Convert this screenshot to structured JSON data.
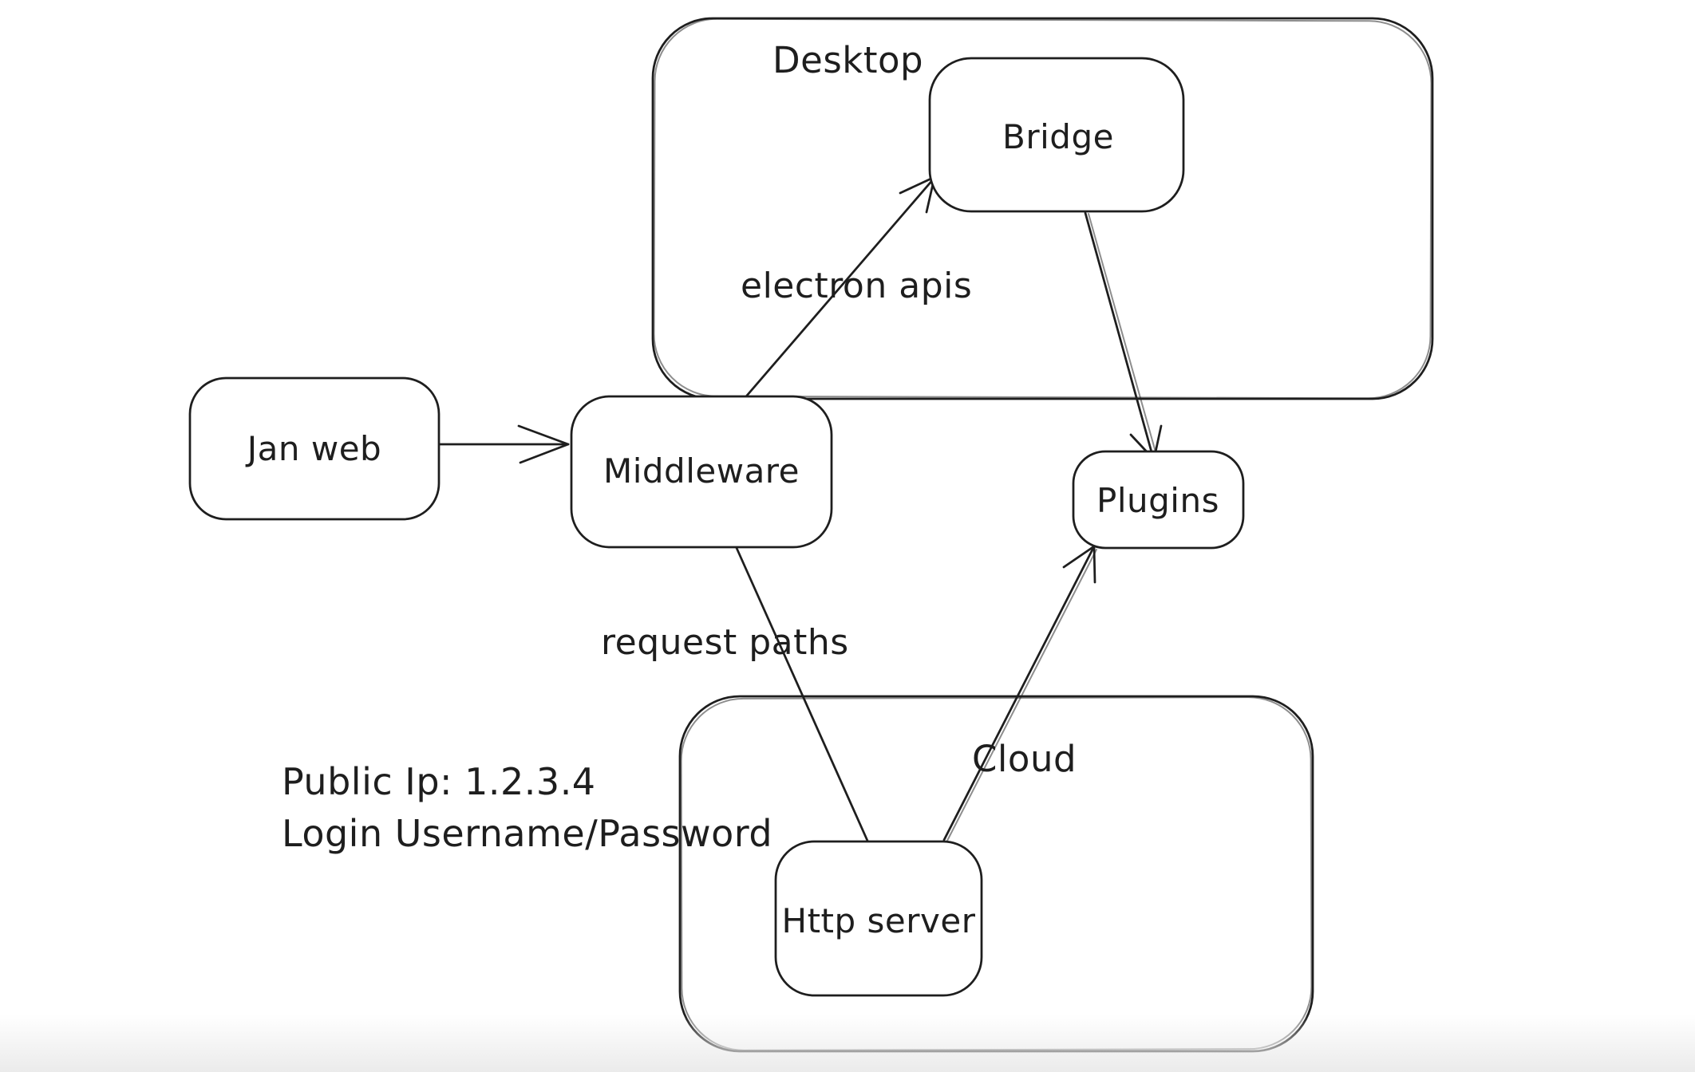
{
  "canvas": {
    "background": "#ffffff",
    "stroke_color": "#1e1e1e",
    "bottom_fade_color": "#ebebeb"
  },
  "containers": {
    "desktop": {
      "label": "Desktop"
    },
    "cloud": {
      "label": "Cloud"
    }
  },
  "nodes": {
    "jan_web": {
      "label": "Jan web"
    },
    "middleware": {
      "label": "Middleware"
    },
    "bridge": {
      "label": "Bridge"
    },
    "plugins": {
      "label": "Plugins"
    },
    "http_server": {
      "label": "Http server"
    }
  },
  "edges": {
    "middleware_to_bridge": {
      "label": "electron apis"
    },
    "middleware_to_http_server": {
      "label": "request paths"
    }
  },
  "annotation": {
    "line1": "Public Ip: 1.2.3.4",
    "line2": "Login Username/Password"
  }
}
